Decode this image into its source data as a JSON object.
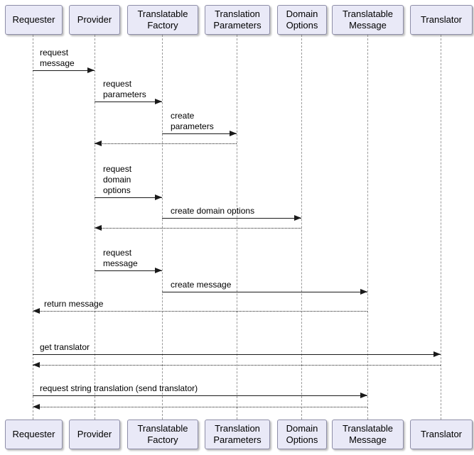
{
  "diagram": {
    "type": "uml-sequence-diagram",
    "colors": {
      "participant_fill": "#e9e9f7",
      "participant_border": "#8e8ea8",
      "message_line": "#1a1a1a",
      "lifeline": "#9a9a9a",
      "background": "#ffffff"
    },
    "participants": [
      {
        "label": "Requester"
      },
      {
        "label": "Provider"
      },
      {
        "label": "Translatable\nFactory"
      },
      {
        "label": "Translation\nParameters"
      },
      {
        "label": "Domain\nOptions"
      },
      {
        "label": "Translatable\nMessage"
      },
      {
        "label": "Translator"
      }
    ],
    "messages": [
      {
        "label": "request\nmessage",
        "from": "Requester",
        "to": "Provider",
        "style": "solid"
      },
      {
        "label": "request\nparameters",
        "from": "Provider",
        "to": "Translatable Factory",
        "style": "solid"
      },
      {
        "label": "create\nparameters",
        "from": "Translatable Factory",
        "to": "Translation Parameters",
        "style": "solid"
      },
      {
        "label": "",
        "from": "Translation Parameters",
        "to": "Provider",
        "style": "dotted-return"
      },
      {
        "label": "request\ndomain\noptions",
        "from": "Provider",
        "to": "Translatable Factory",
        "style": "solid"
      },
      {
        "label": "create domain options",
        "from": "Translatable Factory",
        "to": "Domain Options",
        "style": "solid"
      },
      {
        "label": "",
        "from": "Domain Options",
        "to": "Provider",
        "style": "dotted-return"
      },
      {
        "label": "request\nmessage",
        "from": "Provider",
        "to": "Translatable Factory",
        "style": "solid"
      },
      {
        "label": "create message",
        "from": "Translatable Factory",
        "to": "Translatable Message",
        "style": "solid"
      },
      {
        "label": "return message",
        "from": "Translatable Message",
        "to": "Requester",
        "style": "dotted-return"
      },
      {
        "label": "get translator",
        "from": "Requester",
        "to": "Translator",
        "style": "solid"
      },
      {
        "label": "",
        "from": "Translator",
        "to": "Requester",
        "style": "dotted-return"
      },
      {
        "label": "request string translation (send translator)",
        "from": "Requester",
        "to": "Translatable Message",
        "style": "solid"
      },
      {
        "label": "",
        "from": "Translatable Message",
        "to": "Requester",
        "style": "dotted-return"
      }
    ]
  }
}
